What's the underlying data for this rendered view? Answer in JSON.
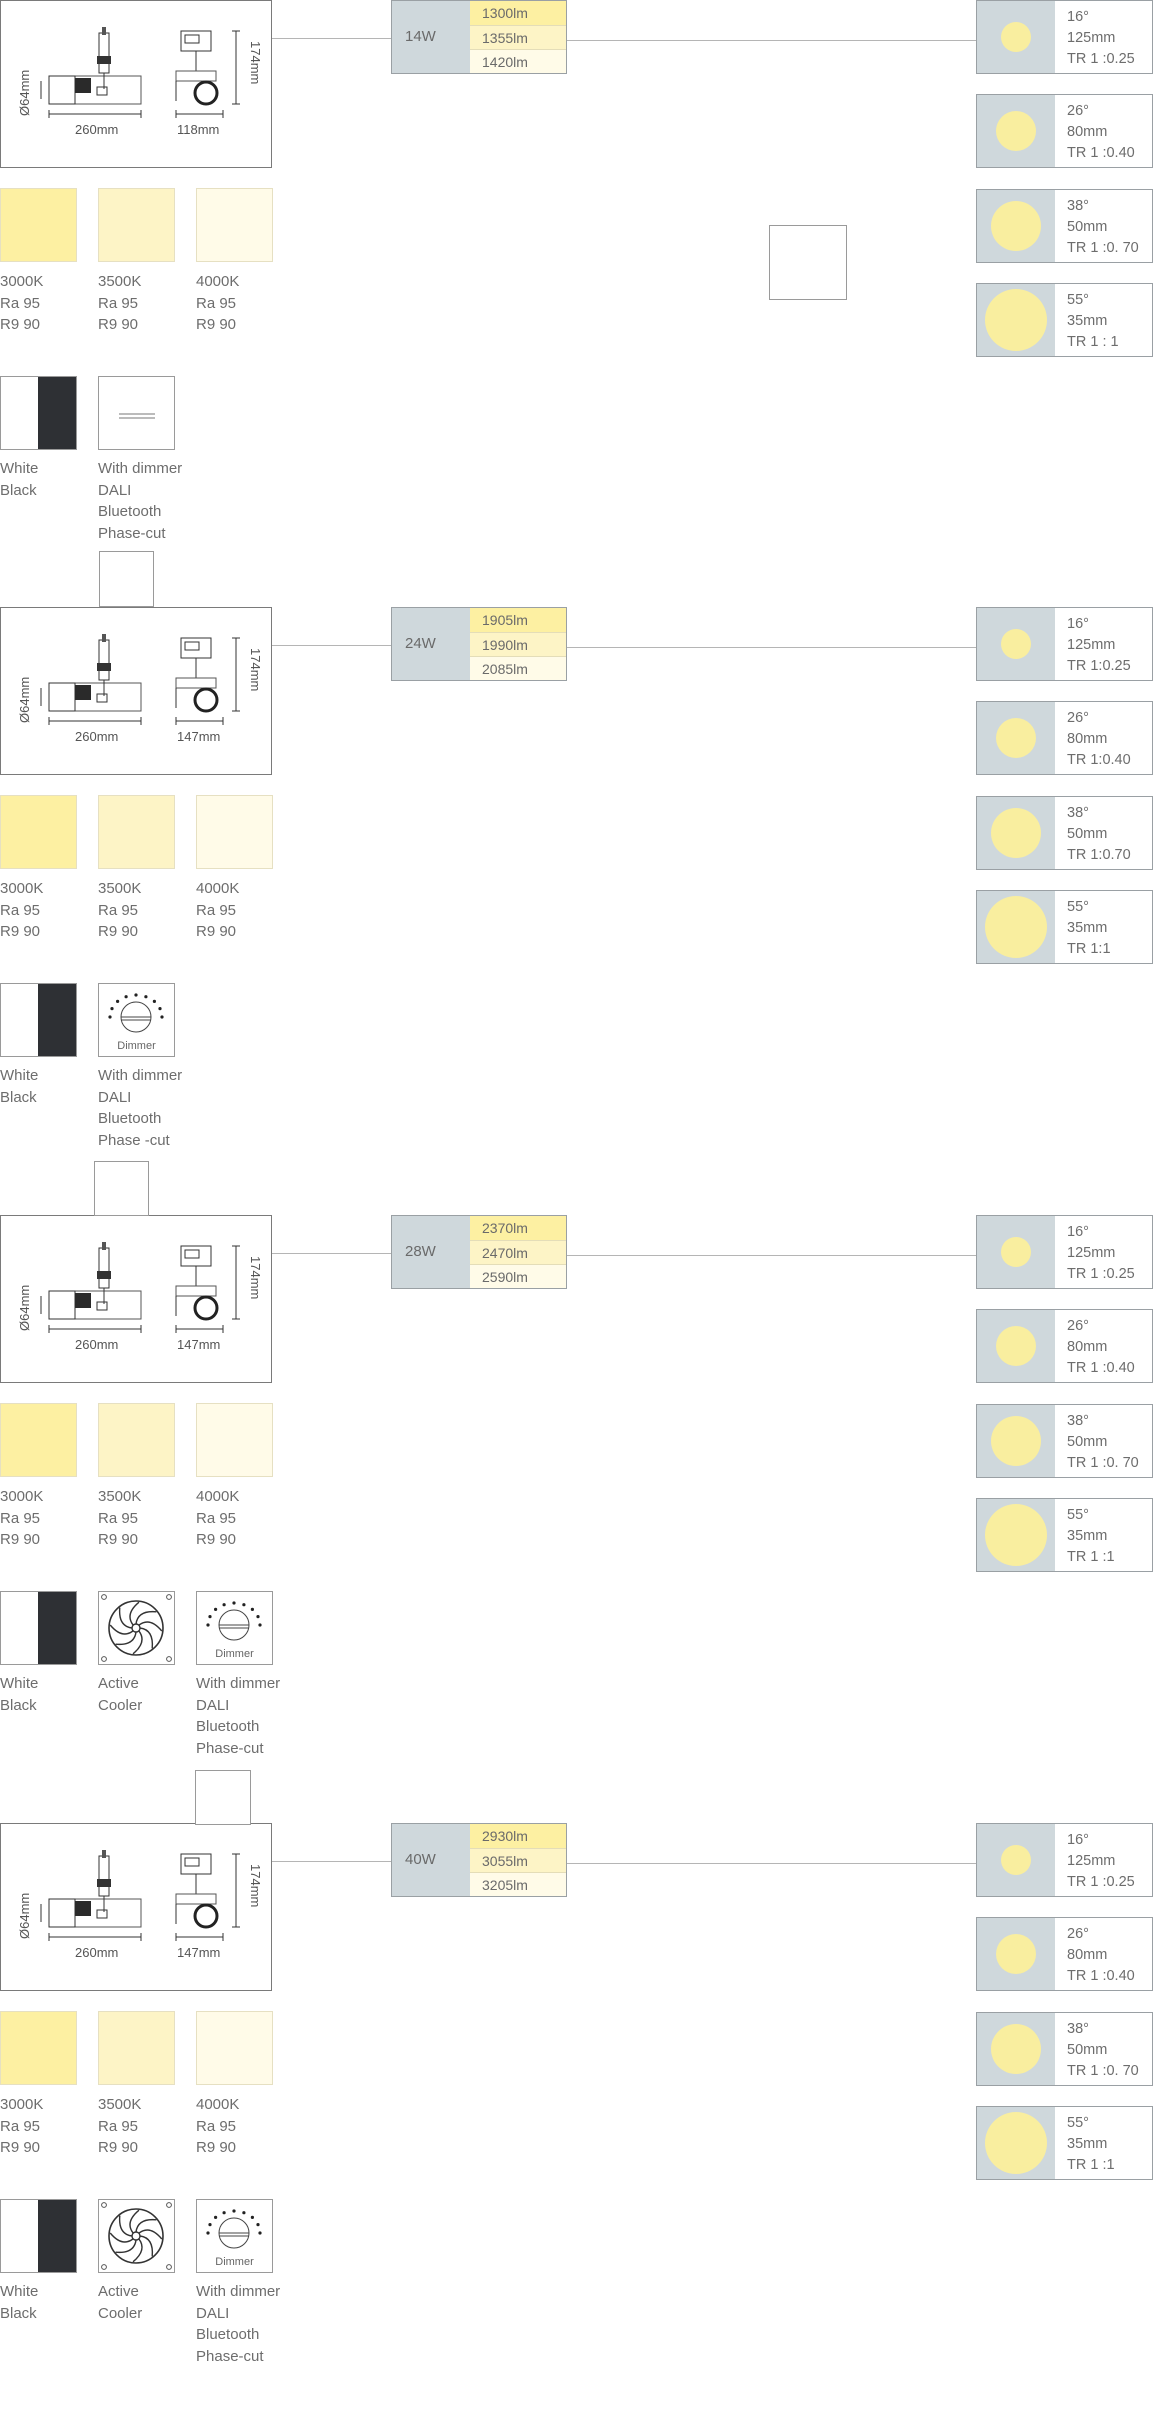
{
  "colors": {
    "warm3000": "#fdf0a2",
    "warm3500": "#fdf4c6",
    "warm4000": "#fffbe8",
    "steel": "#cfd8dc",
    "beam": "#f9ee9f",
    "black": "#2e3034"
  },
  "dims": {
    "diameter": "Ø64mm",
    "length": "260mm",
    "height": "174mm"
  },
  "sections": [
    {
      "watt": "14W",
      "lumens": [
        "1300lm",
        "1355lm",
        "1420lm"
      ],
      "width_dim": "118mm",
      "cct": [
        {
          "k": "3000K",
          "ra": "Ra 95",
          "r9": "R9 90"
        },
        {
          "k": "3500K",
          "ra": "Ra 95",
          "r9": "R9 90"
        },
        {
          "k": "4000K",
          "ra": "Ra 95",
          "r9": "R9 90"
        }
      ],
      "finish_lines": [
        "White",
        "Black"
      ],
      "controls": [
        {
          "type": "dimmer-lines",
          "caption": "",
          "lines": [
            "With dimmer",
            "DALI",
            "Bluetooth",
            "Phase-cut"
          ]
        }
      ],
      "beams": [
        {
          "angle": "16°",
          "distance": "125mm",
          "tr": "TR 1 :0.25",
          "size": 30
        },
        {
          "angle": "26°",
          "distance": "80mm",
          "tr": "TR 1 :0.40",
          "size": 40
        },
        {
          "angle": "38°",
          "distance": "50mm",
          "tr": "TR 1 :0. 70",
          "size": 50
        },
        {
          "angle": "55°",
          "distance": "35mm",
          "tr": "TR 1 : 1",
          "size": 62
        }
      ]
    },
    {
      "watt": "24W",
      "lumens": [
        "1905lm",
        "1990lm",
        "2085lm"
      ],
      "width_dim": "147mm",
      "cct": [
        {
          "k": "3000K",
          "ra": "Ra 95",
          "r9": "R9 90"
        },
        {
          "k": "3500K",
          "ra": "Ra 95",
          "r9": "R9 90"
        },
        {
          "k": "4000K",
          "ra": "Ra 95",
          "r9": "R9 90"
        }
      ],
      "finish_lines": [
        "White",
        "Black"
      ],
      "controls": [
        {
          "type": "dimmer",
          "caption": "Dimmer",
          "lines": [
            "With dimmer",
            "DALI",
            "Bluetooth",
            "Phase -cut"
          ]
        }
      ],
      "beams": [
        {
          "angle": "16°",
          "distance": "125mm",
          "tr": "TR 1:0.25",
          "size": 30
        },
        {
          "angle": "26°",
          "distance": "80mm",
          "tr": "TR 1:0.40",
          "size": 40
        },
        {
          "angle": "38°",
          "distance": "50mm",
          "tr": "TR 1:0.70",
          "size": 50
        },
        {
          "angle": "55°",
          "distance": "35mm",
          "tr": "TR 1:1",
          "size": 62
        }
      ]
    },
    {
      "watt": "28W",
      "lumens": [
        "2370lm",
        "2470lm",
        "2590lm"
      ],
      "width_dim": "147mm",
      "cct": [
        {
          "k": "3000K",
          "ra": "Ra 95",
          "r9": "R9 90"
        },
        {
          "k": "3500K",
          "ra": "Ra 95",
          "r9": "R9 90"
        },
        {
          "k": "4000K",
          "ra": "Ra 95",
          "r9": "R9 90"
        }
      ],
      "finish_lines": [
        "White",
        "Black"
      ],
      "controls": [
        {
          "type": "fan",
          "caption": "",
          "lines": [
            "Active",
            "Cooler"
          ]
        },
        {
          "type": "dimmer",
          "caption": "Dimmer",
          "lines": [
            "With dimmer",
            "DALI",
            "Bluetooth",
            "Phase-cut"
          ]
        }
      ],
      "beams": [
        {
          "angle": "16°",
          "distance": "125mm",
          "tr": "TR 1 :0.25",
          "size": 30
        },
        {
          "angle": "26°",
          "distance": "80mm",
          "tr": "TR 1 :0.40",
          "size": 40
        },
        {
          "angle": "38°",
          "distance": "50mm",
          "tr": "TR 1 :0. 70",
          "size": 50
        },
        {
          "angle": "55°",
          "distance": "35mm",
          "tr": "TR 1 :1",
          "size": 62
        }
      ]
    },
    {
      "watt": "40W",
      "lumens": [
        "2930lm",
        "3055lm",
        "3205lm"
      ],
      "width_dim": "147mm",
      "cct": [
        {
          "k": "3000K",
          "ra": "Ra 95",
          "r9": "R9 90"
        },
        {
          "k": "3500K",
          "ra": "Ra 95",
          "r9": "R9 90"
        },
        {
          "k": "4000K",
          "ra": "Ra 95",
          "r9": "R9 90"
        }
      ],
      "finish_lines": [
        "White",
        "Black"
      ],
      "controls": [
        {
          "type": "fan",
          "caption": "",
          "lines": [
            "Active",
            "Cooler"
          ]
        },
        {
          "type": "dimmer",
          "caption": "Dimmer",
          "lines": [
            "With dimmer",
            "DALI",
            "Bluetooth",
            "Phase-cut"
          ]
        }
      ],
      "beams": [
        {
          "angle": "16°",
          "distance": "125mm",
          "tr": "TR 1 :0.25",
          "size": 30
        },
        {
          "angle": "26°",
          "distance": "80mm",
          "tr": "TR 1 :0.40",
          "size": 40
        },
        {
          "angle": "38°",
          "distance": "50mm",
          "tr": "TR 1 :0. 70",
          "size": 50
        },
        {
          "angle": "55°",
          "distance": "35mm",
          "tr": "TR 1 :1",
          "size": 62
        }
      ]
    }
  ]
}
